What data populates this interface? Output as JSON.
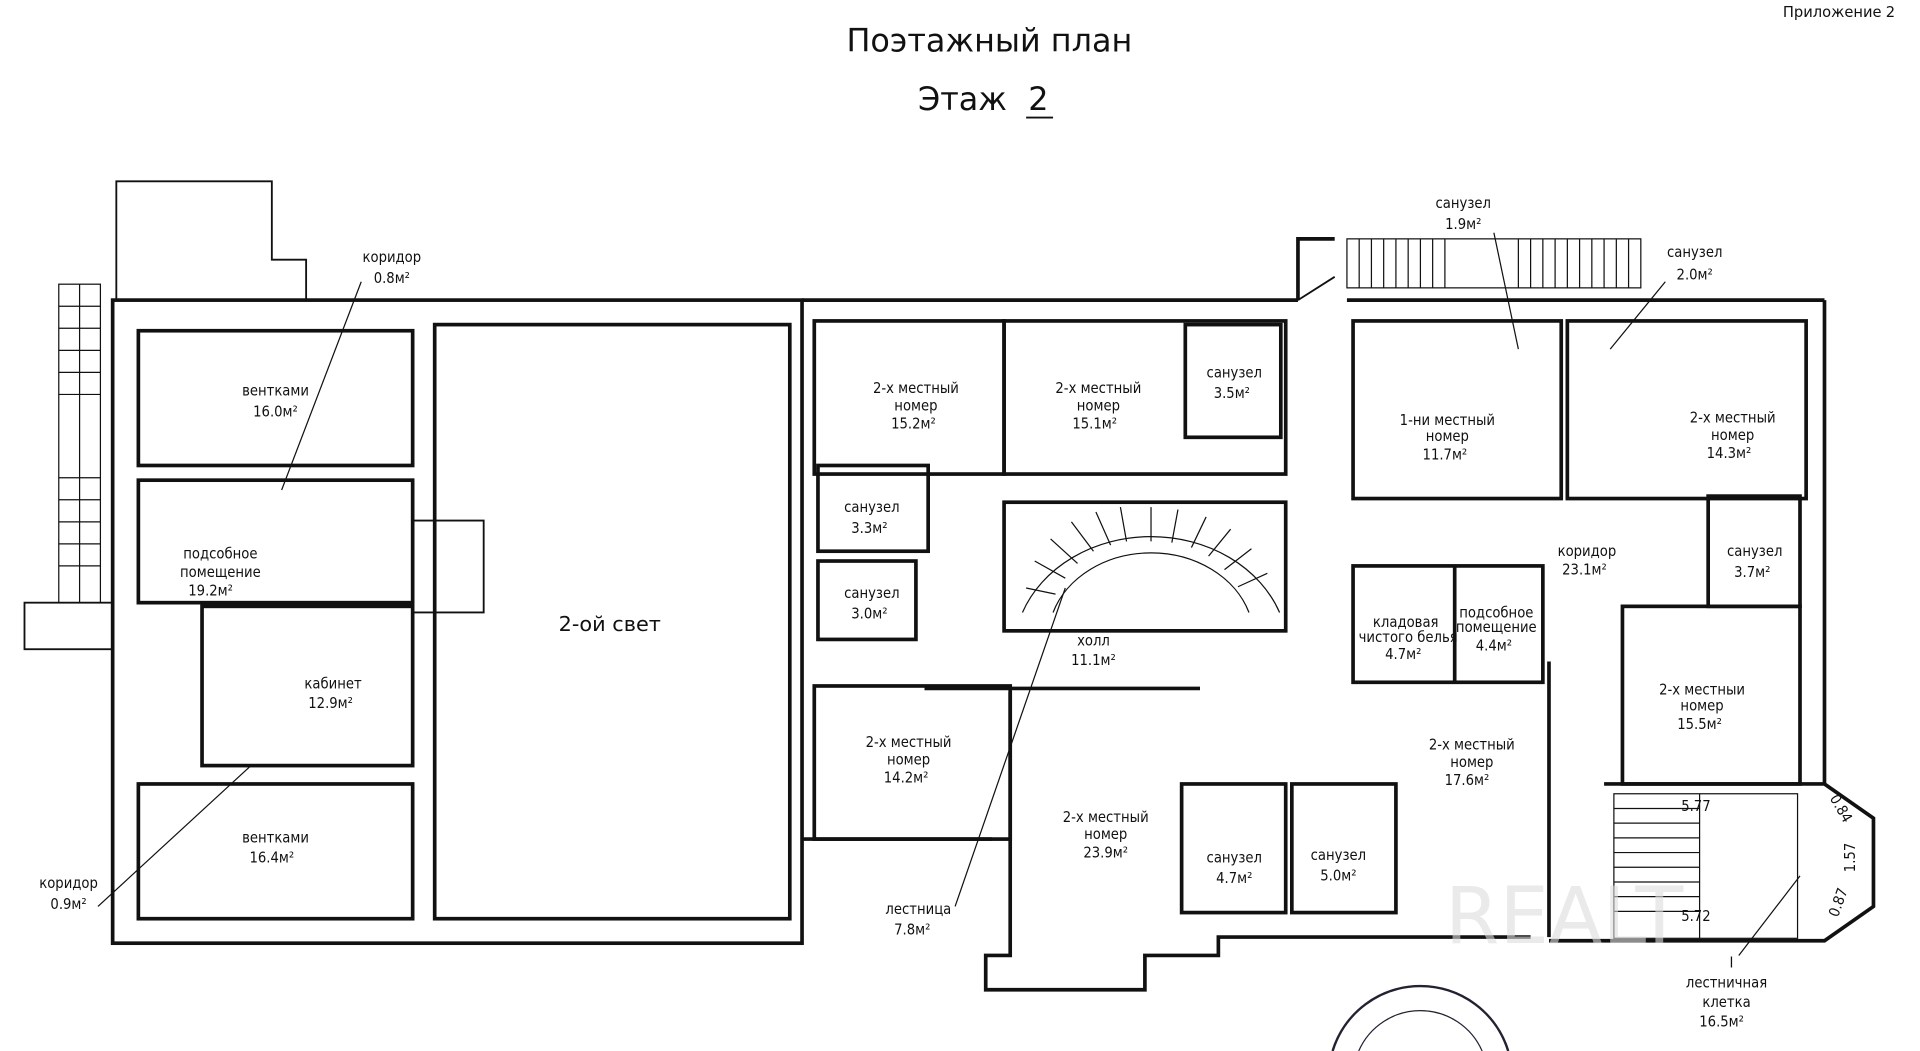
{
  "header": {
    "appendix": "Приложение",
    "appendix_no": "2",
    "title": "Поэтажный план",
    "floor_label": "Этаж",
    "floor_no": "2"
  },
  "rooms": [
    {
      "name": "вентками",
      "area": "16.0м²"
    },
    {
      "name": "коридор",
      "area": "0.8м²"
    },
    {
      "name": "подсобное",
      "name2": "помещение",
      "area": "19.2м²"
    },
    {
      "name": "кабинет",
      "area": "12.9м²"
    },
    {
      "name": "вентками",
      "area": "16.4м²"
    },
    {
      "name": "коридор",
      "area": "0.9м²"
    },
    {
      "name": "2-ой свет"
    },
    {
      "name": "2-х местный",
      "name2": "номер",
      "area": "15.2м²"
    },
    {
      "name": "2-х местный",
      "name2": "номер",
      "area": "15.1м²"
    },
    {
      "name": "санузел",
      "area": "3.5м²"
    },
    {
      "name": "санузел",
      "area": "3.3м²"
    },
    {
      "name": "санузел",
      "area": "3.0м²"
    },
    {
      "name": "холл",
      "area": "11.1м²"
    },
    {
      "name": "2-х местный",
      "name2": "номер",
      "area": "14.2м²"
    },
    {
      "name": "2-х местный",
      "name2": "номер",
      "area": "23.9м²"
    },
    {
      "name": "лестница",
      "area": "7.8м²"
    },
    {
      "name": "санузел",
      "area": "4.7м²"
    },
    {
      "name": "санузел",
      "area": "5.0м²"
    },
    {
      "name": "2-х местный",
      "name2": "номер",
      "area": "17.6м²"
    },
    {
      "name": "санузел",
      "area": "1.9м²"
    },
    {
      "name": "санузел",
      "area": "2.0м²"
    },
    {
      "name": "1-ни местный",
      "name2": "номер",
      "area": "11.7м²"
    },
    {
      "name": "2-х местный",
      "name2": "номер",
      "area": "14.3м²"
    },
    {
      "name": "коридор",
      "area": "23.1м²"
    },
    {
      "name": "кладовая",
      "name2": "чистого белья",
      "area": "4.7м²"
    },
    {
      "name": "подсобное",
      "name2": "помещение",
      "area": "4.4м²"
    },
    {
      "name": "санузел",
      "area": "3.7м²"
    },
    {
      "name": "2-х местныи",
      "name2": "номер",
      "area": "15.5м²"
    },
    {
      "name": "лестничная",
      "name2": "клетка",
      "area": "16.5м²"
    }
  ],
  "dimensions": [
    "5.77",
    "5.72",
    "0.84",
    "1.57",
    "0.87"
  ],
  "stair_mark": "I",
  "watermark": "REALT"
}
